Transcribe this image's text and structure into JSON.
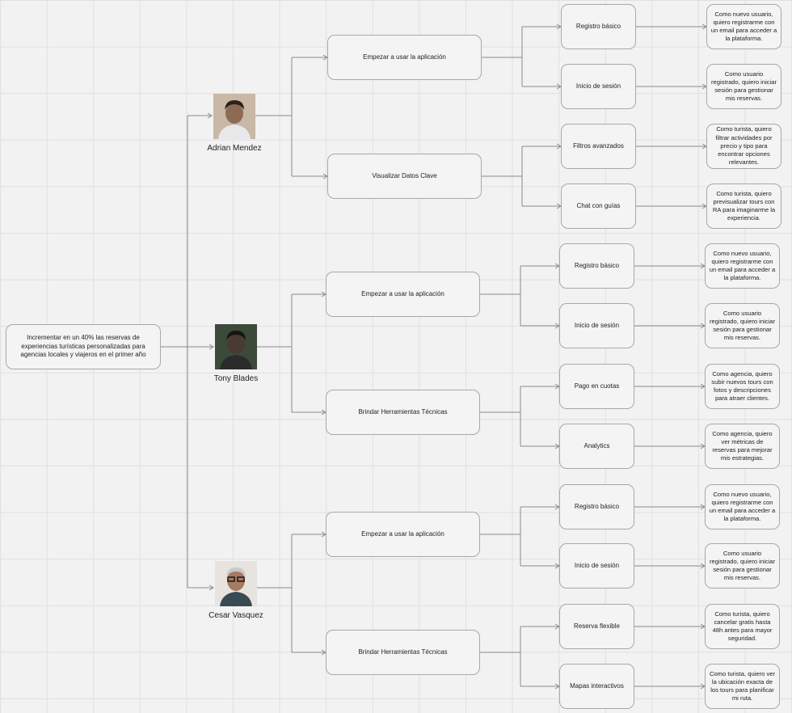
{
  "goal": "Incrementar en un 40% las reservas de experiencias turísticas personalizadas para agencias locales y viajeros en el primer año",
  "personas": [
    {
      "name": "Adrian Mendez",
      "avatar": "person-photo-icon",
      "epics": [
        {
          "label": "Empezar a usar la aplicación",
          "features": [
            {
              "label": "Registro básico",
              "story": "Como nuevo usuario, quiero registrarme con un email para acceder a la plataforma."
            },
            {
              "label": "Inicio de sesión",
              "story": "Como usuario registrado, quiero iniciar sesión para gestionar mis reservas."
            }
          ]
        },
        {
          "label": "Visualizar Datos Clave",
          "features": [
            {
              "label": "Filtros avanzados",
              "story": "Como turista, quiero filtrar actividades por precio y tipo para encontrar opciones relevantes."
            },
            {
              "label": "Chat con guías",
              "story": "Como turista, quiero previsualizar tours con RA para imaginarme la experiencia."
            }
          ]
        }
      ]
    },
    {
      "name": "Tony Blades",
      "avatar": "person-photo-icon",
      "epics": [
        {
          "label": "Empezar a usar la aplicación",
          "features": [
            {
              "label": "Registro básico",
              "story": "Como nuevo usuario, quiero registrarme con un email para acceder a la plataforma."
            },
            {
              "label": "Inicio de sesión",
              "story": "Como usuario registrado, quiero iniciar sesión para gestionar mis reservas."
            }
          ]
        },
        {
          "label": "Brindar Herramientas Técnicas",
          "features": [
            {
              "label": "Pago en cuotas",
              "story": "Como agencia, quiero subir nuevos tours con fotos y descripciones para atraer clientes."
            },
            {
              "label": "Analytics",
              "story": "Como agencia, quiero ver métricas de reservas para mejorar mis estrategias."
            }
          ]
        }
      ]
    },
    {
      "name": "Cesar Vasquez",
      "avatar": "person-photo-icon",
      "epics": [
        {
          "label": "Empezar a usar la aplicación",
          "features": [
            {
              "label": "Registro básico",
              "story": "Como nuevo usuario, quiero registrarme con un email para acceder a la plataforma."
            },
            {
              "label": "Inicio de sesión",
              "story": "Como usuario registrado, quiero iniciar sesión para gestionar mis reservas."
            }
          ]
        },
        {
          "label": "Brindar Herramientas Técnicas",
          "features": [
            {
              "label": "Reserva flexible",
              "story": "Como turista, quiero cancelar gratis hasta 48h antes para mayor seguridad."
            },
            {
              "label": "Mapas interactivos",
              "story": "Como turista, quiero ver la ubicación exacta de los tours para planificar mi ruta."
            }
          ]
        }
      ]
    }
  ],
  "colors": {
    "line": "#8a8a8a",
    "node_border": "#a8a8a8",
    "node_fill": "#f4f4f4",
    "background": "#f2f2f2"
  }
}
